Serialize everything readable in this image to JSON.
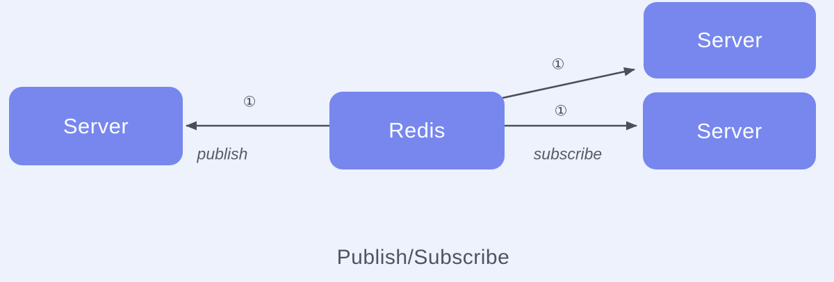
{
  "diagram": {
    "title": "Publish/Subscribe",
    "nodes": {
      "server_left": {
        "label": "Server"
      },
      "redis": {
        "label": "Redis"
      },
      "server_top_right": {
        "label": "Server"
      },
      "server_bottom_right": {
        "label": "Server"
      }
    },
    "edges": {
      "publish": {
        "label": "publish",
        "badge": "①",
        "from": "redis",
        "to": "server_left"
      },
      "subscribe_top": {
        "badge": "①",
        "from": "redis",
        "to": "server_top_right"
      },
      "subscribe_bottom": {
        "label": "subscribe",
        "badge": "①",
        "from": "redis",
        "to": "server_bottom_right"
      }
    },
    "colors": {
      "background": "#edf2fc",
      "node_fill": "#7787ee",
      "node_text": "#fafcff",
      "arrow": "#4b4f59",
      "label_text": "#565b64",
      "title_text": "#4d5464"
    }
  }
}
